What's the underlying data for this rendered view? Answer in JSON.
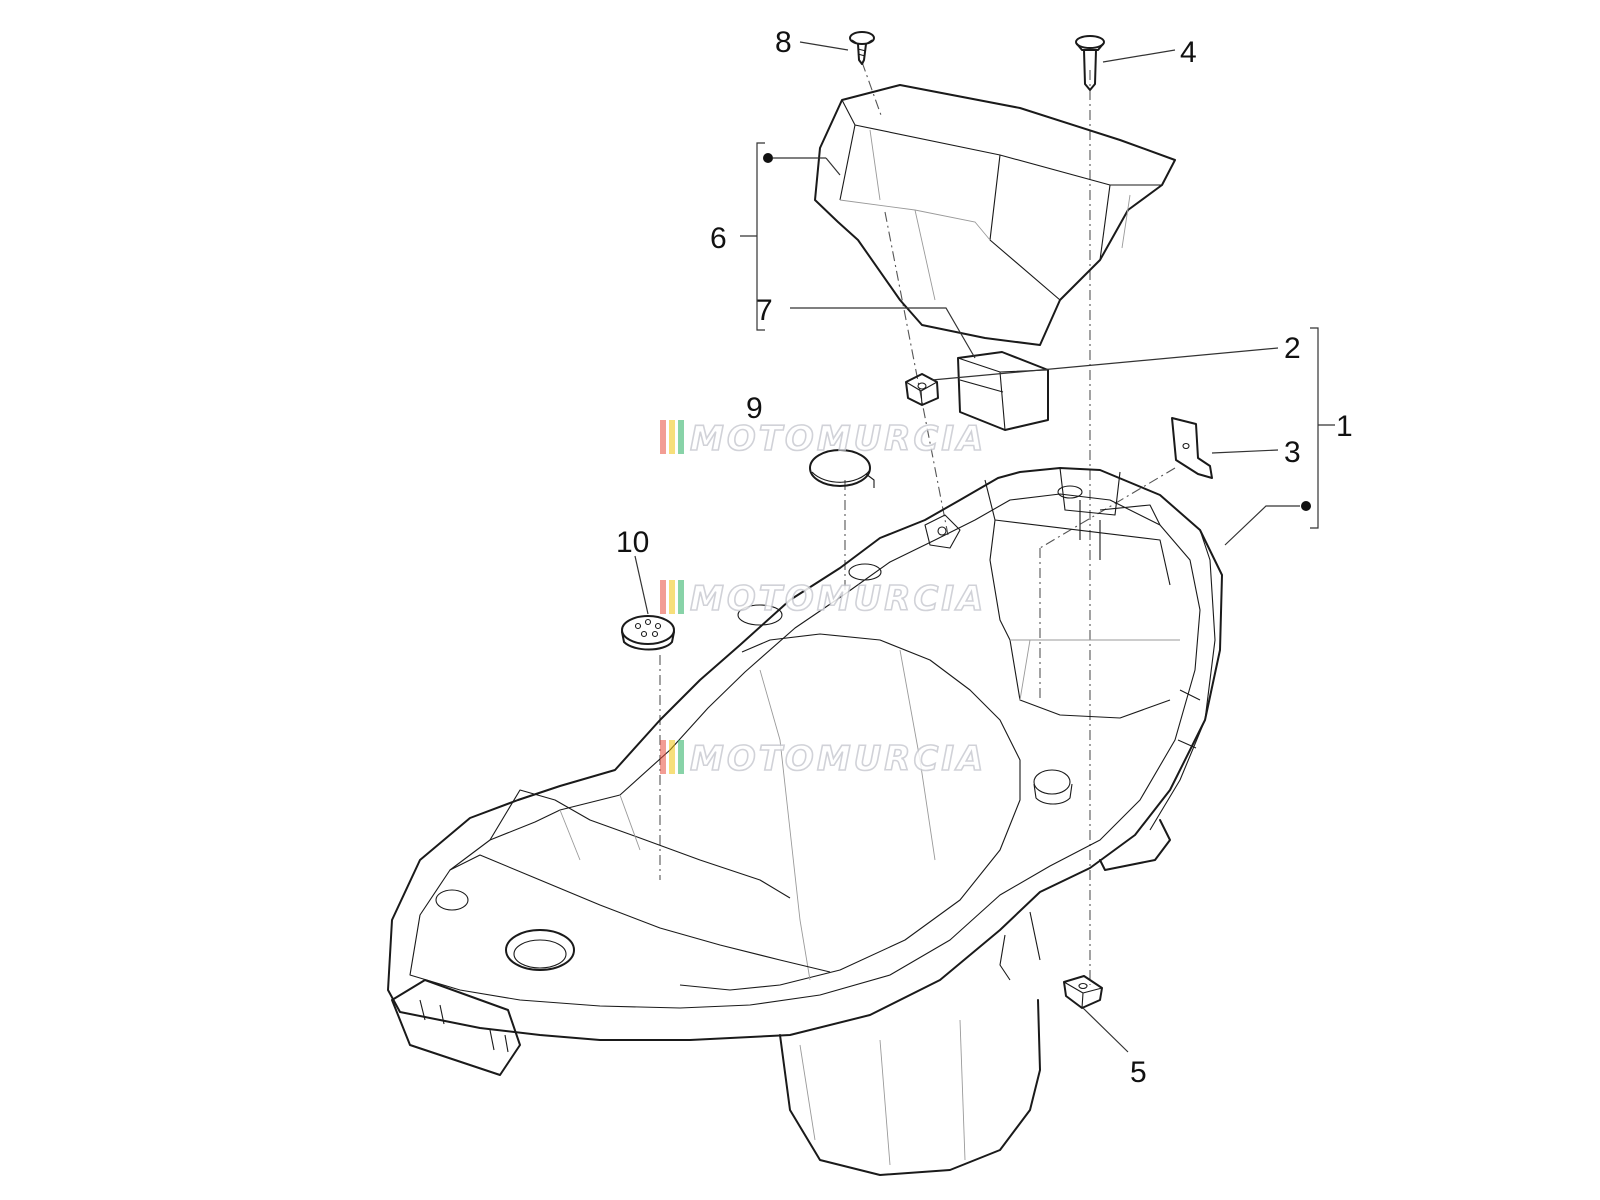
{
  "watermark": {
    "text": "MOTOMURCIA",
    "stripe_colors": [
      "#e74c3c",
      "#f1c40f",
      "#27ae60"
    ]
  },
  "callouts": [
    {
      "id": "1",
      "label": "1"
    },
    {
      "id": "2",
      "label": "2"
    },
    {
      "id": "3",
      "label": "3"
    },
    {
      "id": "4",
      "label": "4"
    },
    {
      "id": "5",
      "label": "5"
    },
    {
      "id": "6",
      "label": "6"
    },
    {
      "id": "7",
      "label": "7"
    },
    {
      "id": "8",
      "label": "8"
    },
    {
      "id": "9",
      "label": "9"
    },
    {
      "id": "10",
      "label": "10"
    }
  ],
  "colors": {
    "line": "#1a1a1a",
    "background": "#ffffff"
  }
}
